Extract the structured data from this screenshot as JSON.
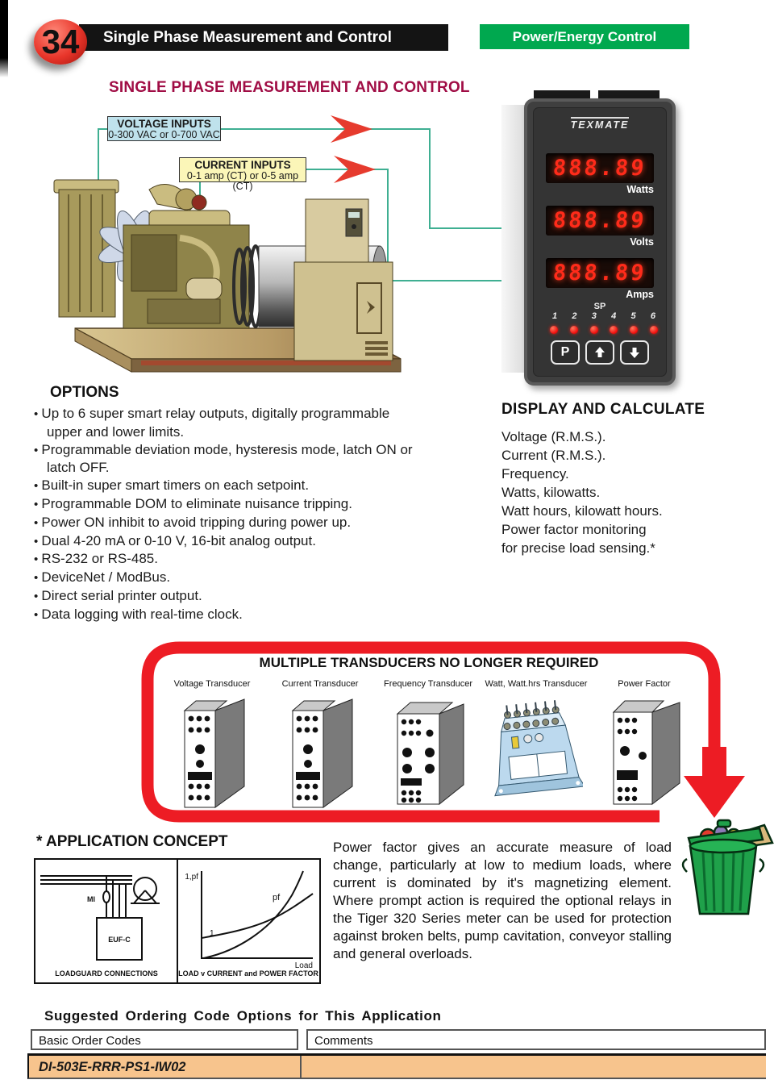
{
  "page": {
    "number": "34",
    "section_title": "Single Phase Measurement and Control",
    "category": "Power/Energy Control",
    "main_heading": "SINGLE PHASE MEASUREMENT AND CONTROL"
  },
  "inputs": {
    "voltage": {
      "title": "VOLTAGE INPUTS",
      "range": "0-300 VAC or 0-700 VAC"
    },
    "current": {
      "title": "CURRENT INPUTS",
      "range": "0-1 amp (CT) or 0-5 amp (CT)"
    }
  },
  "meter": {
    "brand": "TEXMATE",
    "displays": [
      {
        "value": "888.89",
        "label": "Watts"
      },
      {
        "value": "888.89",
        "label": "Volts"
      },
      {
        "value": "888.89",
        "label": "Amps"
      }
    ],
    "sp_label": "SP",
    "setpoints": [
      "1",
      "2",
      "3",
      "4",
      "5",
      "6"
    ],
    "program_button": "P"
  },
  "options": {
    "heading": "OPTIONS",
    "items": [
      "Up to 6 super smart relay outputs, digitally programmable upper and lower limits.",
      "Programmable deviation mode, hysteresis mode, latch ON or latch OFF.",
      "Built-in super smart timers on each setpoint.",
      "Programmable DOM to eliminate nuisance tripping.",
      "Power ON inhibit to avoid tripping during power up.",
      "Dual 4-20 mA or 0-10 V, 16-bit analog output.",
      "RS-232 or RS-485.",
      "DeviceNet / ModBus.",
      "Direct serial printer output.",
      "Data logging with real-time clock."
    ]
  },
  "display_calculate": {
    "heading": "DISPLAY AND CALCULATE",
    "items": [
      "Voltage (R.M.S.).",
      "Current (R.M.S.).",
      "Frequency.",
      "Watts, kilowatts.",
      "Watt hours, kilowatt hours.",
      "Power factor monitoring",
      "for precise load sensing.*"
    ]
  },
  "transducers": {
    "heading": "MULTIPLE TRANSDUCERS NO LONGER REQUIRED",
    "items": [
      "Voltage Transducer",
      "Current Transducer",
      "Frequency Transducer",
      "Watt, Watt.hrs Transducer",
      "Power Factor"
    ]
  },
  "application": {
    "heading": "* APPLICATION CONCEPT",
    "diagram": {
      "left_caption": "LOADGUARD CONNECTIONS",
      "mi_label": "MI",
      "device_label": "EUF-C",
      "y_axis_label": "1,pf",
      "curve1_label": "1",
      "curve2_label": "pf",
      "x_axis_label": "Load",
      "right_caption": "LOAD v  CURRENT and POWER FACTOR"
    },
    "paragraph": "Power factor gives an accurate measure of load change, particularly at low to medium loads, where current is dominated by it's magnetizing element. Where prompt action is required the optional relays in the Tiger 320 Series meter can be used  for protection against broken belts, pump cavitation, conveyor stalling and general overloads."
  },
  "ordering": {
    "heading": "Suggested Ordering Code Options for This Application",
    "columns": [
      "Basic Order Codes",
      "Comments"
    ],
    "rows": [
      {
        "code": "DI-503E-RRR-PS1-IW02",
        "comment": ""
      }
    ]
  },
  "colors": {
    "category_green": "#00A84F",
    "heading_maroon": "#A00D45",
    "voltage_box": "#BFE2EC",
    "current_box": "#FBF6B8",
    "wire_teal": "#3FAF92",
    "arrow_red": "#E63B2E",
    "ribbon_red": "#ED1C24",
    "led_red": "#FF2B1A",
    "order_row_orange": "#F7C48D",
    "trash_green": "#1FA14A"
  }
}
